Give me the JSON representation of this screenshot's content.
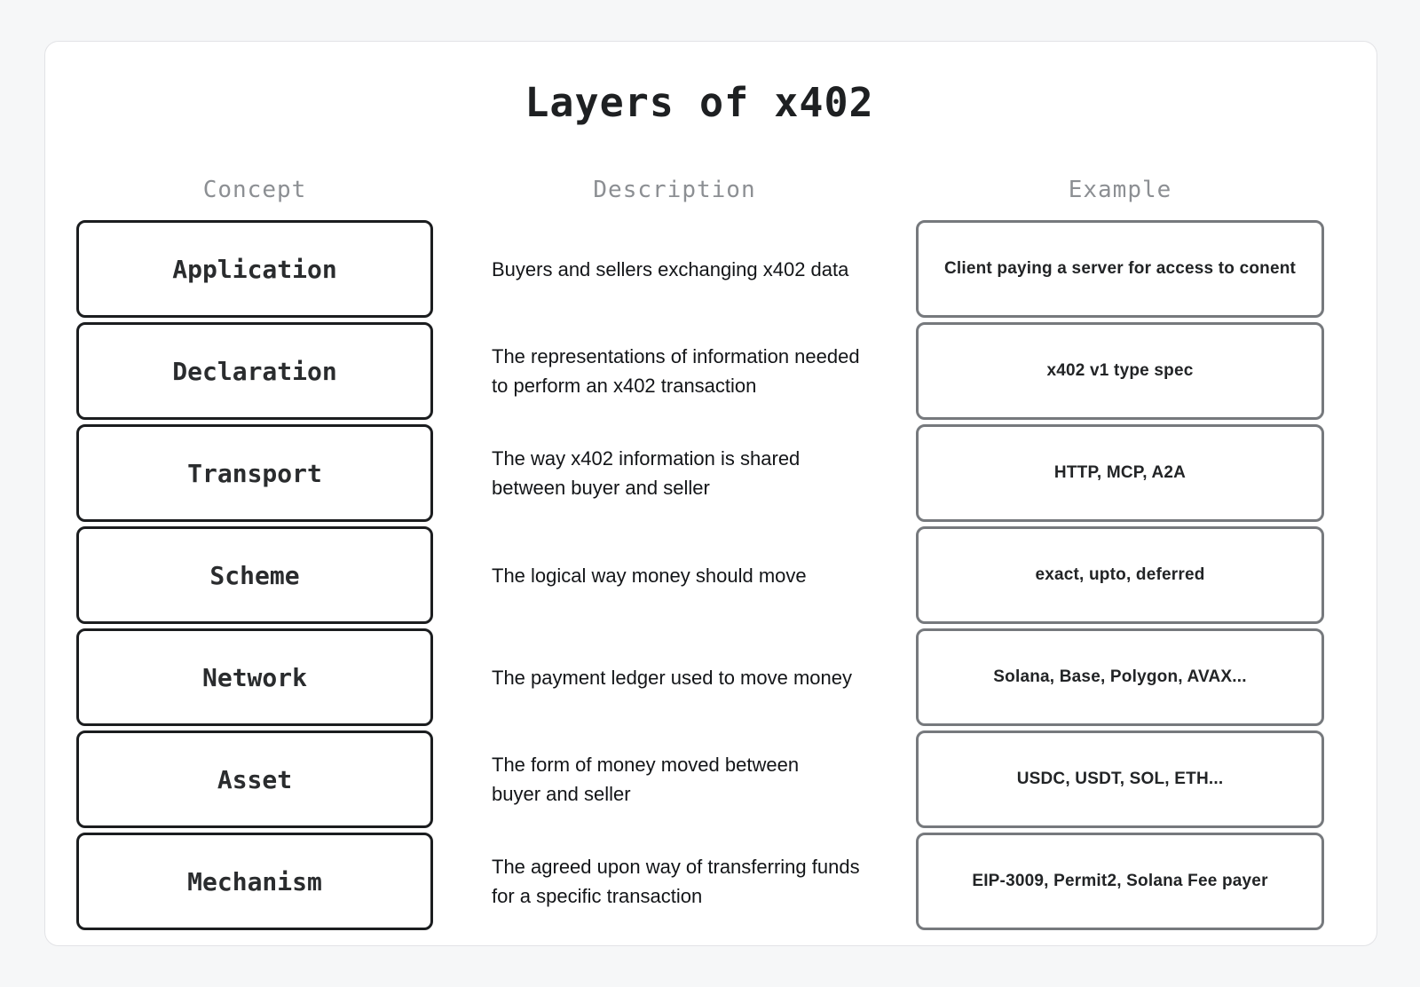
{
  "title": "Layers of x402",
  "columns": {
    "concept": "Concept",
    "description": "Description",
    "example": "Example"
  },
  "rows": [
    {
      "concept": "Application",
      "description": "Buyers and sellers exchanging x402 data",
      "example": "Client paying a server for access to conent"
    },
    {
      "concept": "Declaration",
      "description": "The representations of information needed\nto perform an x402 transaction",
      "example": "x402 v1 type spec"
    },
    {
      "concept": "Transport",
      "description": "The way x402 information is shared\nbetween buyer and seller",
      "example": "HTTP, MCP, A2A"
    },
    {
      "concept": "Scheme",
      "description": "The logical way money should move",
      "example": "exact, upto, deferred"
    },
    {
      "concept": "Network",
      "description": "The payment ledger used to move money",
      "example": "Solana, Base, Polygon, AVAX..."
    },
    {
      "concept": "Asset",
      "description": "The form of money moved between\nbuyer and seller",
      "example": "USDC, USDT, SOL, ETH..."
    },
    {
      "concept": "Mechanism",
      "description": "The agreed upon way of transferring funds\nfor a specific transaction",
      "example": "EIP-3009, Permit2, Solana Fee payer"
    }
  ],
  "colors": {
    "page_background": "#f6f7f8",
    "card_background": "#ffffff",
    "card_border": "#e2e3e6",
    "concept_box_border": "#1b1d1f",
    "example_box_border": "#76797d",
    "header_text": "#8c8f93",
    "title_text": "#1e2022",
    "body_text": "#131518"
  }
}
